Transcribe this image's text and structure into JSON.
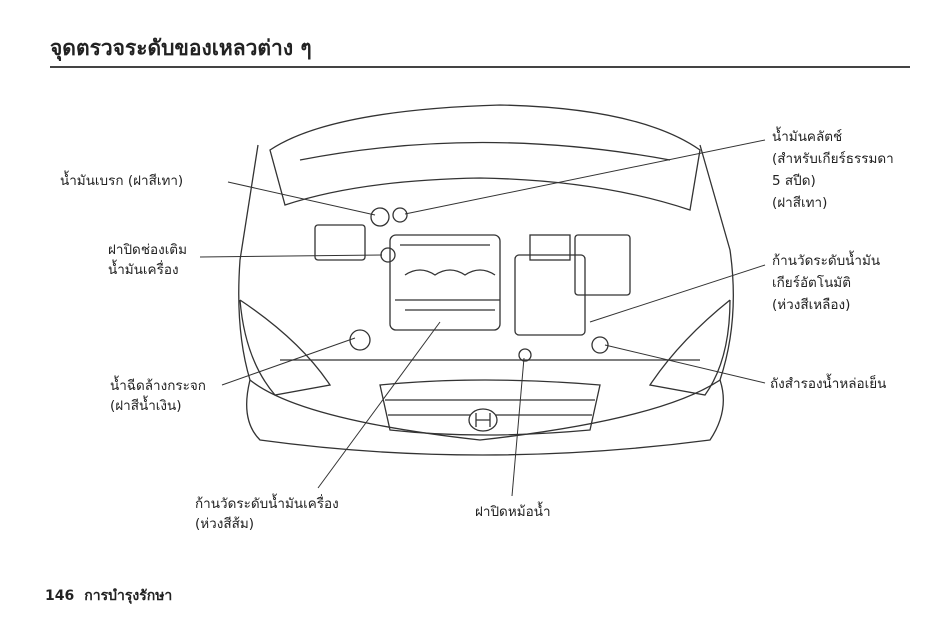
{
  "title": "จุดตรวจระดับของเหลวต่าง ๆ",
  "labels": {
    "brake_fluid": [
      "น้ำมันเบรก (ฝาสีเทา)"
    ],
    "oil_filler_cap": [
      "ฝาปิดช่องเติม",
      "น้ำมันเครื่อง"
    ],
    "washer_fluid": [
      "น้ำฉีดล้างกระจก",
      "(ฝาสีน้ำเงิน)"
    ],
    "engine_oil_dipstick": [
      "ก้านวัดระดับน้ำมันเครื่อง",
      "(ห่วงสีส้ม)"
    ],
    "radiator_cap": [
      "ฝาปิดหม้อน้ำ"
    ],
    "coolant_reservoir": [
      "ถังสำรองน้ำหล่อเย็น"
    ],
    "atf_dipstick": [
      "ก้านวัดระดับน้ำมัน",
      "เกียร์อัตโนมัติ",
      "(ห่วงสีเหลือง)"
    ],
    "clutch_fluid": [
      "น้ำมันคลัตช์",
      "(สำหรับเกียร์ธรรมดา",
      "5 สปีด)",
      "(ฝาสีเทา)"
    ]
  },
  "footer": {
    "page_number": "146",
    "section": "การบำรุงรักษา"
  }
}
